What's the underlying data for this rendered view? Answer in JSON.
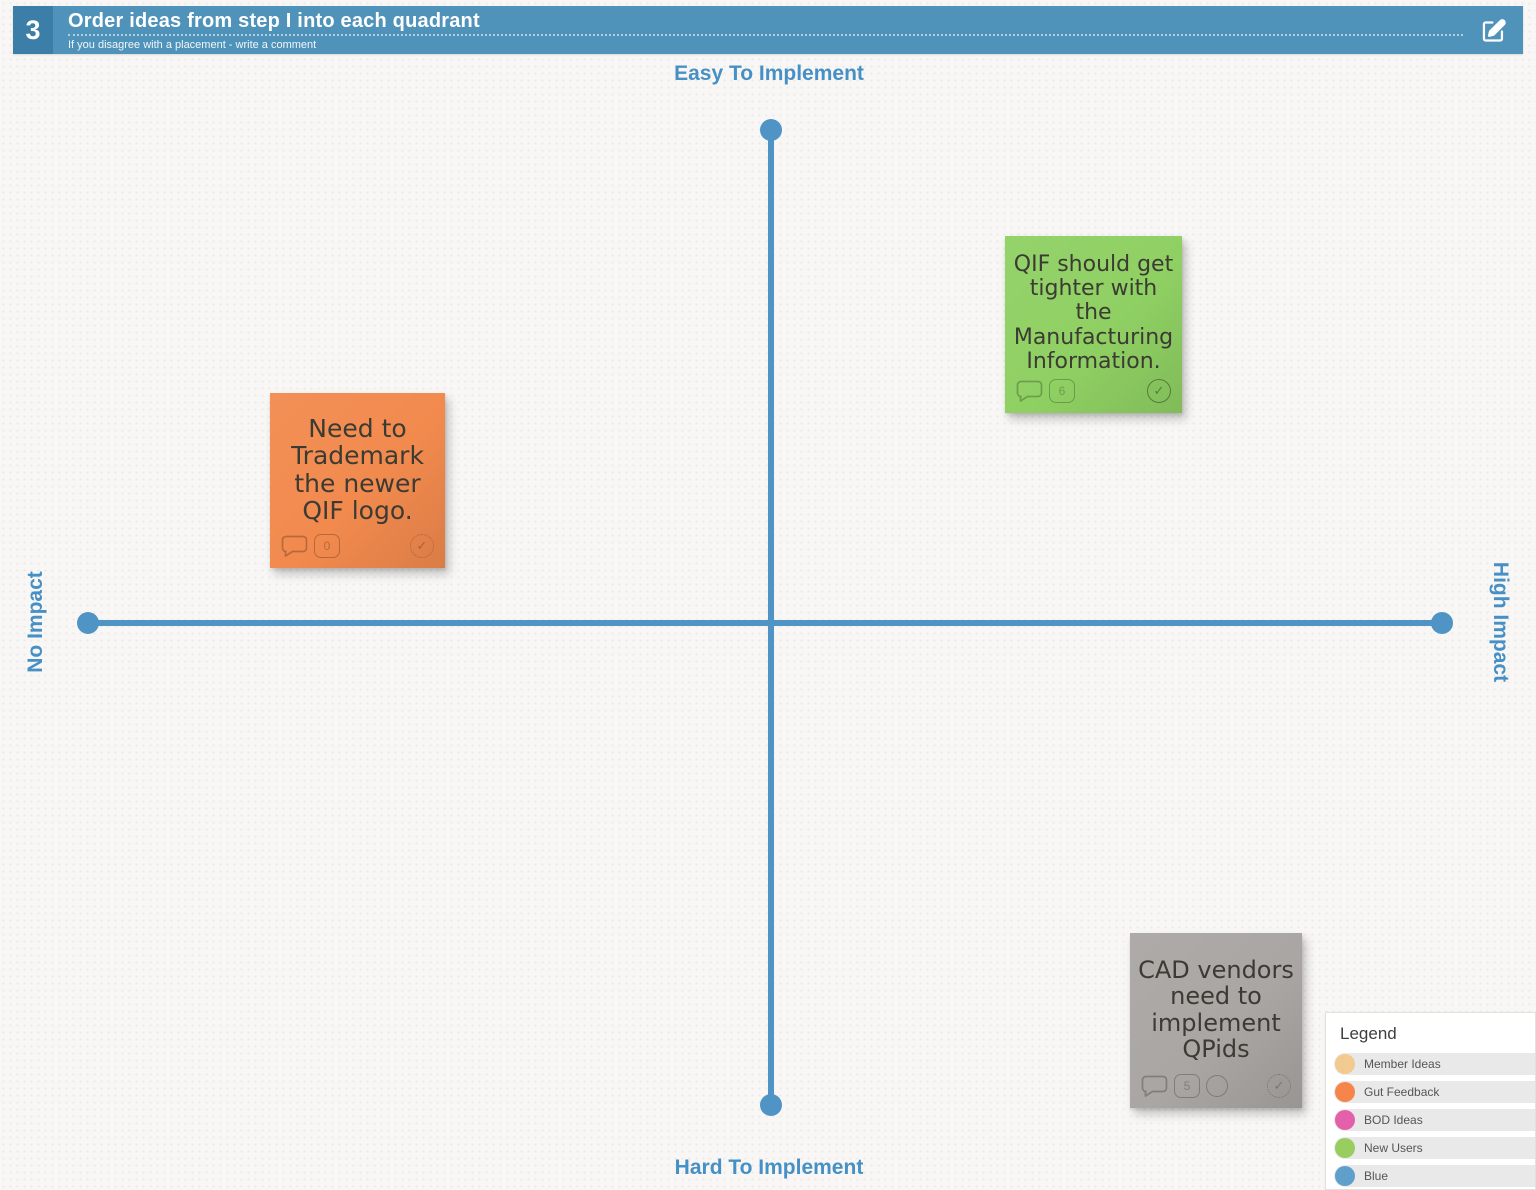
{
  "header": {
    "step_number": "3",
    "title": "Order ideas from step I into each quadrant",
    "subtitle": "If you disagree with a placement - write a comment"
  },
  "quadrant": {
    "axis_color": "#4f94c4",
    "labels": {
      "top": "Easy To Implement",
      "bottom": "Hard To Implement",
      "left": "No Impact",
      "right": "High Impact"
    }
  },
  "notes": [
    {
      "text": "Need to Trademark the newer QIF logo.",
      "color": "#f28a4e",
      "votes": "0",
      "quadrant": "easy-no-impact"
    },
    {
      "text": "QIF should get tighter with the Manufacturing Information.",
      "color": "#8fd063",
      "votes": "6",
      "quadrant": "easy-high-impact"
    },
    {
      "text": "CAD vendors need to implement QPids",
      "color": "#a9a6a3",
      "votes": "5",
      "quadrant": "hard-high-impact"
    }
  ],
  "legend": {
    "title": "Legend",
    "items": [
      {
        "label": "Member Ideas",
        "color": "#f2c98f"
      },
      {
        "label": "Gut Feedback",
        "color": "#f58549"
      },
      {
        "label": "BOD Ideas",
        "color": "#e560ab"
      },
      {
        "label": "New Users",
        "color": "#97ce5f"
      },
      {
        "label": "Blue",
        "color": "#5f9fcb"
      }
    ]
  }
}
